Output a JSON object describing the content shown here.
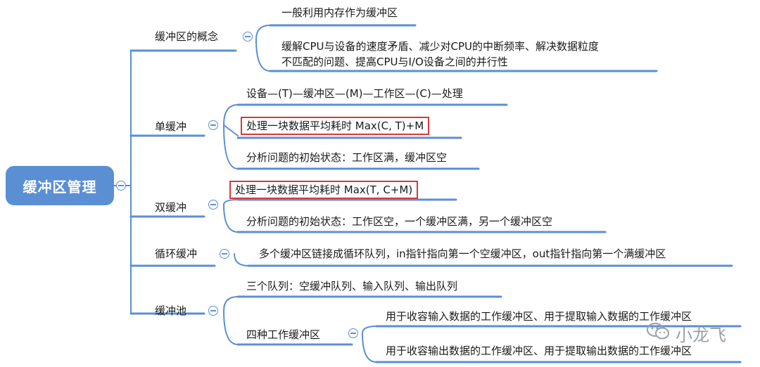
{
  "root": {
    "label": "缓冲区管理"
  },
  "branches": [
    {
      "label": "缓冲区的概念",
      "children": [
        {
          "text": "一般利用内存作为缓冲区"
        },
        {
          "lines": [
            "缓解CPU与设备的速度矛盾、减少对CPU的中断频率、解决数据粒度",
            "不匹配的问题、提高CPU与I/O设备之间的并行性"
          ]
        }
      ]
    },
    {
      "label": "单缓冲",
      "children": [
        {
          "text": "设备—(T)—缓冲区—(M)—工作区—(C)—处理"
        },
        {
          "text": "处理一块数据平均耗时 Max(C, T)+M",
          "highlight": true
        },
        {
          "text": "分析问题的初始状态：工作区满，缓冲区空"
        }
      ]
    },
    {
      "label": "双缓冲",
      "children": [
        {
          "text": "处理一块数据平均耗时 Max(T, C+M)",
          "highlight": true
        },
        {
          "text": "分析问题的初始状态：工作区空，一个缓冲区满，另一个缓冲区空"
        }
      ]
    },
    {
      "label": "循环缓冲",
      "children": [
        {
          "text": "多个缓冲区链接成循环队列，in指针指向第一个空缓冲区，out指针指向第一个满缓冲区"
        }
      ]
    },
    {
      "label": "缓冲池",
      "children": [
        {
          "text": "三个队列：空缓冲队列、输入队列、输出队列"
        },
        {
          "text": "四种工作缓冲区",
          "children": [
            {
              "text": "用于收容输入数据的工作缓冲区、用于提取输入数据的工作缓冲区"
            },
            {
              "text": "用于收容输出数据的工作缓冲区、用于提取输出数据的工作缓冲区"
            }
          ]
        }
      ]
    }
  ],
  "watermark": {
    "text": "小龙飞",
    "icon": "wechat-icon"
  },
  "colors": {
    "accent": "#5b8fd4",
    "highlight": "#d63a3a",
    "line": "#5b8fd4"
  }
}
